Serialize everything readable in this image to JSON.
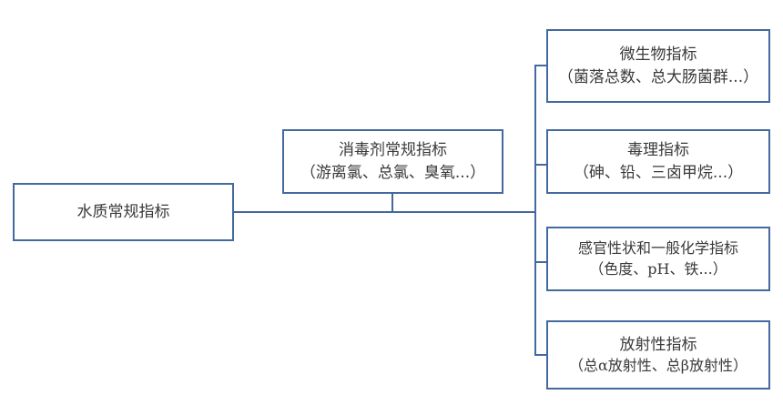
{
  "diagram": {
    "type": "hierarchy-tree",
    "accent_color": "#43699e",
    "text_color": "#3a3a3a",
    "background_color": "#ffffff",
    "root": {
      "line1": "水质常规指标",
      "line2": ""
    },
    "middle": {
      "line1": "消毒剂常规指标",
      "line2": "（游离氯、总氯、臭氧...）"
    },
    "leaves": [
      {
        "line1": "微生物指标",
        "line2": "（菌落总数、总大肠菌群...）"
      },
      {
        "line1": "毒理指标",
        "line2": "（砷、铅、三卤甲烷...）"
      },
      {
        "line1": "感官性状和一般化学指标",
        "line2": "（色度、pH、铁...）"
      },
      {
        "line1": "放射性指标",
        "line2": "（总α放射性、总β放射性）"
      }
    ]
  }
}
